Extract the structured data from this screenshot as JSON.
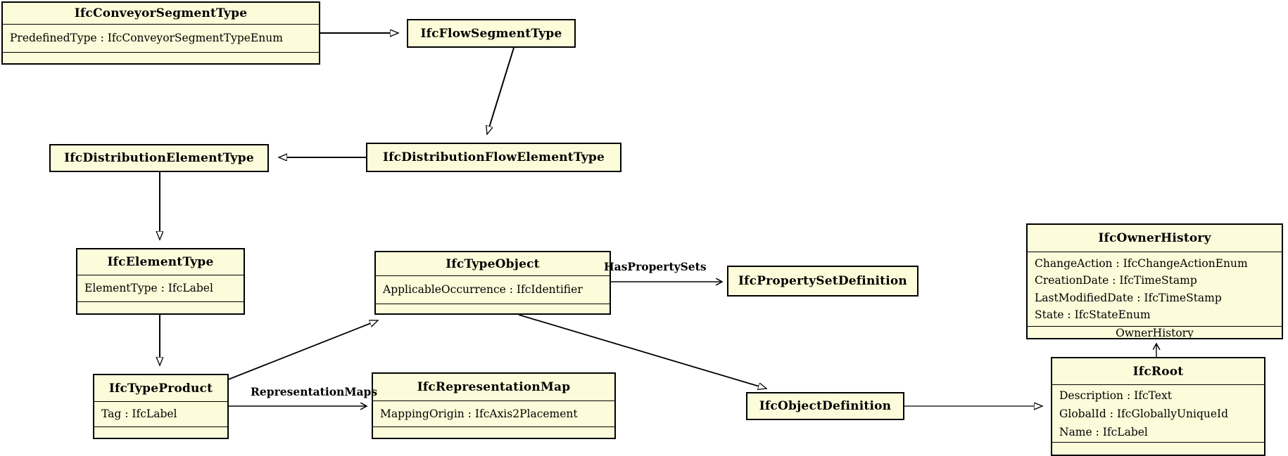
{
  "diagram": {
    "colors": {
      "box_fill": "#fcfcda",
      "box_border": "#000000",
      "line": "#000000",
      "background": "#ffffff"
    },
    "classes": {
      "conveyor": {
        "title": "IfcConveyorSegmentType",
        "attributes": [
          "PredefinedType : IfcConveyorSegmentTypeEnum"
        ]
      },
      "flowSegment": {
        "title": "IfcFlowSegmentType"
      },
      "distElement": {
        "title": "IfcDistributionElementType"
      },
      "distFlowElement": {
        "title": "IfcDistributionFlowElementType"
      },
      "elementType": {
        "title": "IfcElementType",
        "attributes": [
          "ElementType : IfcLabel"
        ]
      },
      "typeObject": {
        "title": "IfcTypeObject",
        "attributes": [
          "ApplicableOccurrence : IfcIdentifier"
        ]
      },
      "propertySetDef": {
        "title": "IfcPropertySetDefinition"
      },
      "ownerHistory": {
        "title": "IfcOwnerHistory",
        "attributes": [
          "ChangeAction : IfcChangeActionEnum",
          "CreationDate : IfcTimeStamp",
          "LastModifiedDate : IfcTimeStamp",
          "State : IfcStateEnum"
        ],
        "footer": "OwnerHistory"
      },
      "typeProduct": {
        "title": "IfcTypeProduct",
        "attributes": [
          "Tag : IfcLabel"
        ]
      },
      "representationMap": {
        "title": "IfcRepresentationMap",
        "attributes": [
          "MappingOrigin : IfcAxis2Placement"
        ]
      },
      "objectDefinition": {
        "title": "IfcObjectDefinition"
      },
      "root": {
        "title": "IfcRoot",
        "attributes": [
          "Description : IfcText",
          "GlobalId : IfcGloballyUniqueId",
          "Name : IfcLabel"
        ]
      }
    },
    "edge_labels": {
      "has_property_sets": "HasPropertySets",
      "representation_maps": "RepresentationMaps"
    }
  }
}
